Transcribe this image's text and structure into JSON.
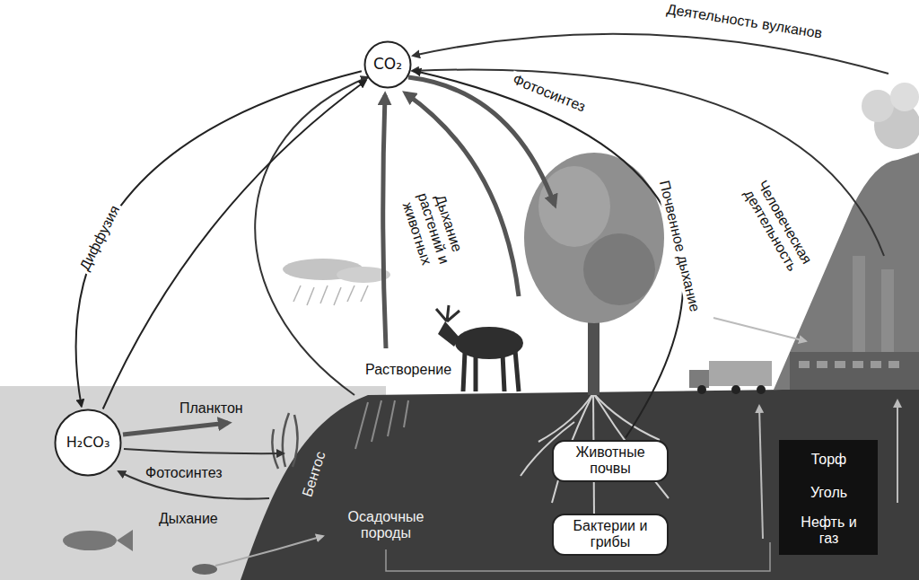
{
  "diagram": {
    "nodes": [
      {
        "text": [
          "CO₂"
        ]
      },
      {
        "text": [
          "H₂CO₃"
        ]
      },
      {
        "text": [
          "Животные почвы"
        ]
      },
      {
        "text": [
          "Бактерии и грибы"
        ]
      },
      {
        "text": [
          "Торф"
        ]
      },
      {
        "text": [
          "Уголь"
        ]
      },
      {
        "text": [
          "Нефть и газ"
        ]
      }
    ],
    "edges": [
      {
        "from": 0,
        "to": 1,
        "label": "Диффузия",
        "arrow": "to"
      },
      {
        "from": 1,
        "to": 0,
        "arrow": "to"
      },
      {
        "from": 2,
        "to": 0,
        "label": "Почвенное дыхание",
        "arrow": "to"
      }
    ],
    "labels": [
      "Деятельность вулканов",
      "Фотосинтез",
      "Человеческая деятельность",
      "Дыхание растений и животных",
      "Растворение",
      "Планктон",
      "Фотосинтез",
      "Дыхание",
      "Бентос",
      "Осадочные породы"
    ]
  }
}
